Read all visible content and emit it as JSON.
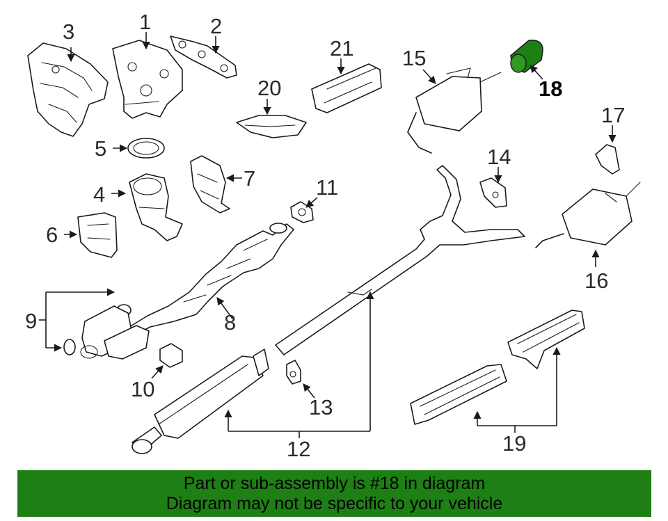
{
  "labels": {
    "p1": "1",
    "p2": "2",
    "p3": "3",
    "p4": "4",
    "p5": "5",
    "p6": "6",
    "p7": "7",
    "p8": "8",
    "p9": "9",
    "p10": "10",
    "p11": "11",
    "p12": "12",
    "p13": "13",
    "p14": "14",
    "p15": "15",
    "p16": "16",
    "p17": "17",
    "p18": "18",
    "p19": "19",
    "p20": "20",
    "p21": "21"
  },
  "colors": {
    "highlight": "#1e7f14",
    "line": "#1a1a1a"
  },
  "footer": {
    "line1": "Part or sub-assembly is #18 in diagram",
    "line2": "Diagram may not be specific to your vehicle"
  }
}
